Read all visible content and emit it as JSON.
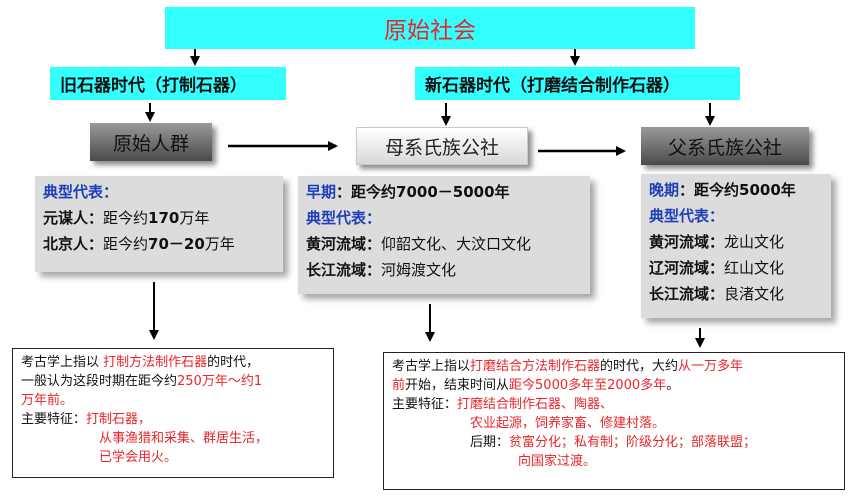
{
  "title": "原始社会",
  "eras": {
    "old": "旧石器时代（打制石器）",
    "new": "新石器时代（打磨结合制作石器）"
  },
  "stages": {
    "s1": "原始人群",
    "s2": "母系氏族公社",
    "s3": "父系氏族公社"
  },
  "card1": {
    "head": "典型代表：",
    "r1_label": "元谋人：",
    "r1_pre": "距今约",
    "r1_num": "170",
    "r1_post": "万年",
    "r2_label": "北京人：",
    "r2_pre": "距今约",
    "r2_num": "70－20",
    "r2_post": "万年"
  },
  "card2": {
    "early_label": "早期",
    "early_text": "：距今约7000－5000年",
    "head": "典型代表：",
    "r1_label": "黄河流域：",
    "r1_val": "仰韶文化、大汶口文化",
    "r2_label": "长江流域：",
    "r2_val": "河姆渡文化"
  },
  "card3": {
    "late_label": "晚期",
    "late_text": "：距今约5000年",
    "head": "典型代表：",
    "r1_label": "黄河流域：",
    "r1_val": "龙山文化",
    "r2_label": "辽河流域：",
    "r2_val": "红山文化",
    "r3_label": "长江流域：",
    "r3_val": "良渚文化"
  },
  "note1": {
    "l1a": "考古学上指以 ",
    "l1b": "打制方法制作石器",
    "l1c": "的时代，",
    "l2a": "一般认为这段时期在距今约",
    "l2b": "250万年～约1",
    "l3": "万年前。",
    "f_label": "主要特征：",
    "f1": "打制石器，",
    "f2": "从事渔猎和采集、群居生活，",
    "f3": "已学会用火。"
  },
  "note2": {
    "l1a": "考古学上指以",
    "l1b": "打磨结合方法制作石器",
    "l1c": "的时代，大约",
    "l1d": "从一万多年",
    "l2a": "前",
    "l2b": "开始，结束时间从",
    "l2c": "距今5000多年至2000多年",
    "l2d": "。",
    "f_label": "主要特征：",
    "f1": "打磨结合制作石器、陶器、",
    "f2": "农业起源，饲养家畜、修建村落。",
    "late_label": "后期：",
    "late1": "贫富分化；私有制；阶级分化；部落联盟；",
    "late2": "向国家过渡。"
  },
  "colors": {
    "cyan": "#33ffff",
    "red": "#e8252a",
    "blue": "#1f3fb8",
    "card": "#dcdcdc"
  }
}
